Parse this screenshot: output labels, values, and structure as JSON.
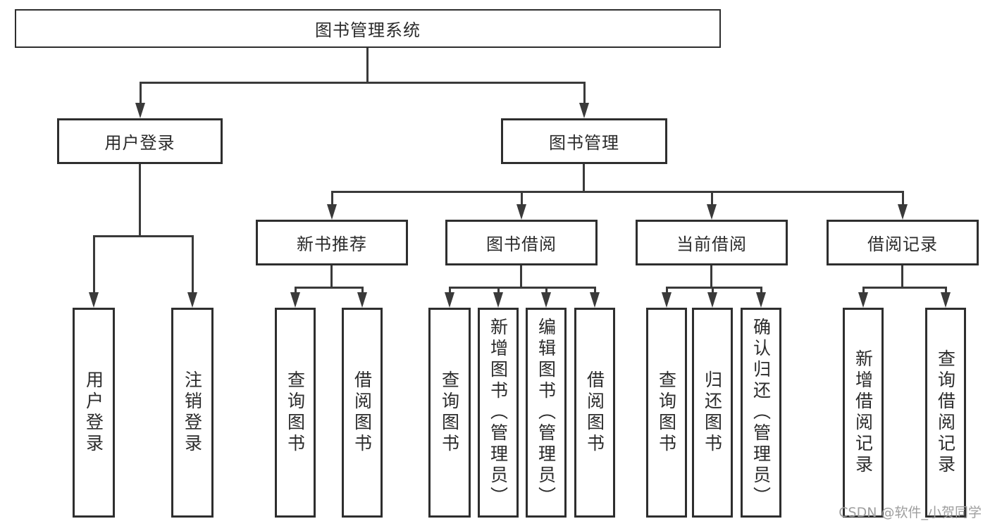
{
  "diagram": {
    "root": {
      "label": "图书管理系统"
    },
    "level2": [
      {
        "label": "用户登录"
      },
      {
        "label": "图书管理"
      }
    ],
    "level3": [
      {
        "label": "新书推荐"
      },
      {
        "label": "图书借阅"
      },
      {
        "label": "当前借阅"
      },
      {
        "label": "借阅记录"
      }
    ],
    "children": {
      "user_login": [
        "用户登录",
        "注销登录"
      ],
      "new_book": [
        "查询图书",
        "借阅图书"
      ],
      "book_borrow": [
        "查询图书",
        "新增图书（管理员）",
        "编辑图书（管理员）",
        "借阅图书"
      ],
      "current_borrow": [
        "查询图书",
        "归还图书",
        "确认归还（管理员）"
      ],
      "borrow_record": [
        "新增借阅记录",
        "查询借阅记录"
      ]
    }
  },
  "watermark": {
    "text": "CSDN @软件_小贺同学"
  },
  "colors": {
    "border": "#2e2e2e",
    "line": "#3a3a3a",
    "text": "#2b2b2b",
    "watermark": "#9e9e9e",
    "background": "#ffffff"
  }
}
